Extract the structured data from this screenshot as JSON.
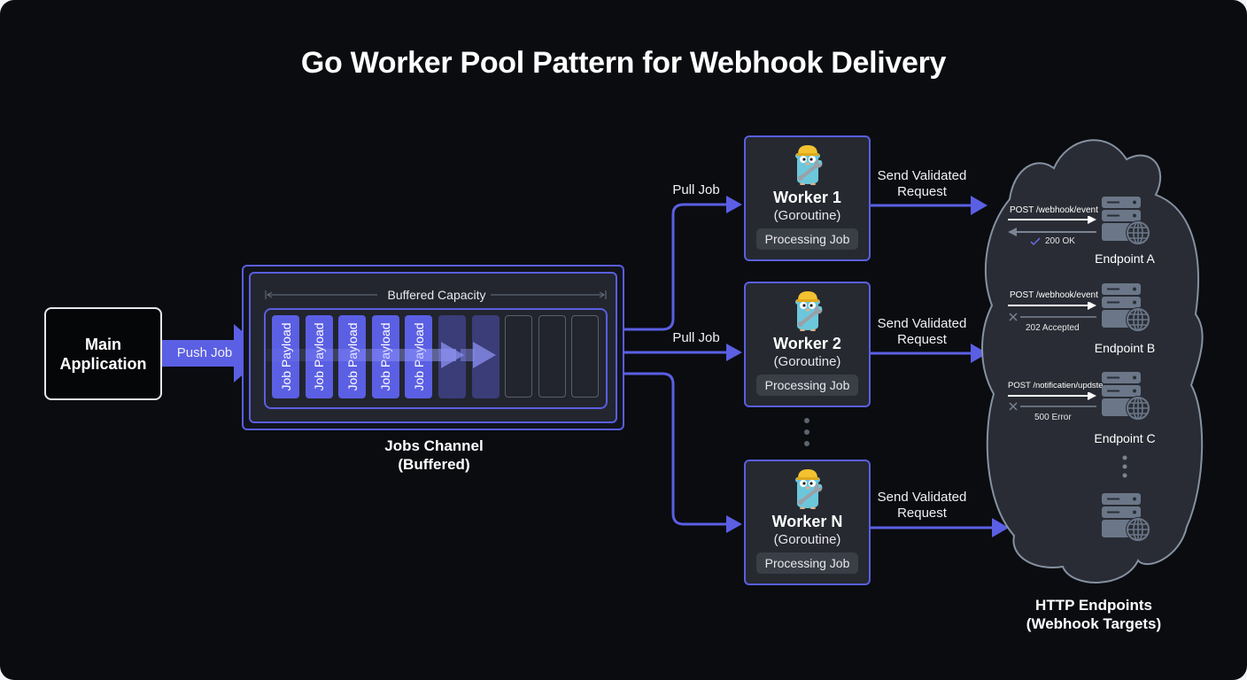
{
  "title": "Go Worker Pool Pattern for Webhook Delivery",
  "main_app": {
    "label_line1": "Main",
    "label_line2": "Application"
  },
  "push_label": "Push Job",
  "channel": {
    "capacity_label": "Buffered Capacity",
    "slots": [
      {
        "state": "filled",
        "label": "Job Payload"
      },
      {
        "state": "filled",
        "label": "Job Payload"
      },
      {
        "state": "filled",
        "label": "Job Payload"
      },
      {
        "state": "filled",
        "label": "Job Payload"
      },
      {
        "state": "filled",
        "label": "Job Payload"
      },
      {
        "state": "faded",
        "label": ""
      },
      {
        "state": "faded",
        "label": ""
      },
      {
        "state": "empty",
        "label": ""
      },
      {
        "state": "empty",
        "label": ""
      },
      {
        "state": "empty",
        "label": ""
      }
    ],
    "caption_line1": "Jobs Channel",
    "caption_line2": "(Buffered)"
  },
  "pull_label": "Pull Job",
  "workers": [
    {
      "title": "Worker 1",
      "subtitle": "(Goroutine)",
      "status": "Processing Job",
      "icon": "gopher-icon"
    },
    {
      "title": "Worker 2",
      "subtitle": "(Goroutine)",
      "status": "Processing Job",
      "icon": "gopher-icon"
    },
    {
      "title": "Worker N",
      "subtitle": "(Goroutine)",
      "status": "Processing Job",
      "icon": "gopher-icon"
    }
  ],
  "send_label_line1": "Send Validated",
  "send_label_line2": "Request",
  "endpoints": [
    {
      "name": "Endpoint A",
      "request": "POST /webhook/event",
      "response": "200 OK",
      "result": "success"
    },
    {
      "name": "Endpoint B",
      "request": "POST /webhook/event",
      "response": "202 Accepted",
      "result": "failed"
    },
    {
      "name": "Endpoint C",
      "request": "POST /notificatien/updste",
      "response": "500 Error",
      "result": "failed"
    },
    {
      "name": "",
      "request": "",
      "response": "",
      "result": "none"
    }
  ],
  "cloud_caption_line1": "HTTP Endpoints",
  "cloud_caption_line2": "(Webhook Targets)",
  "colors": {
    "accent": "#5b5fe3",
    "background": "#0a0c10",
    "cloud_fill": "#2a2e36",
    "cloud_stroke": "#8a96a6",
    "server": "#6b7788"
  }
}
